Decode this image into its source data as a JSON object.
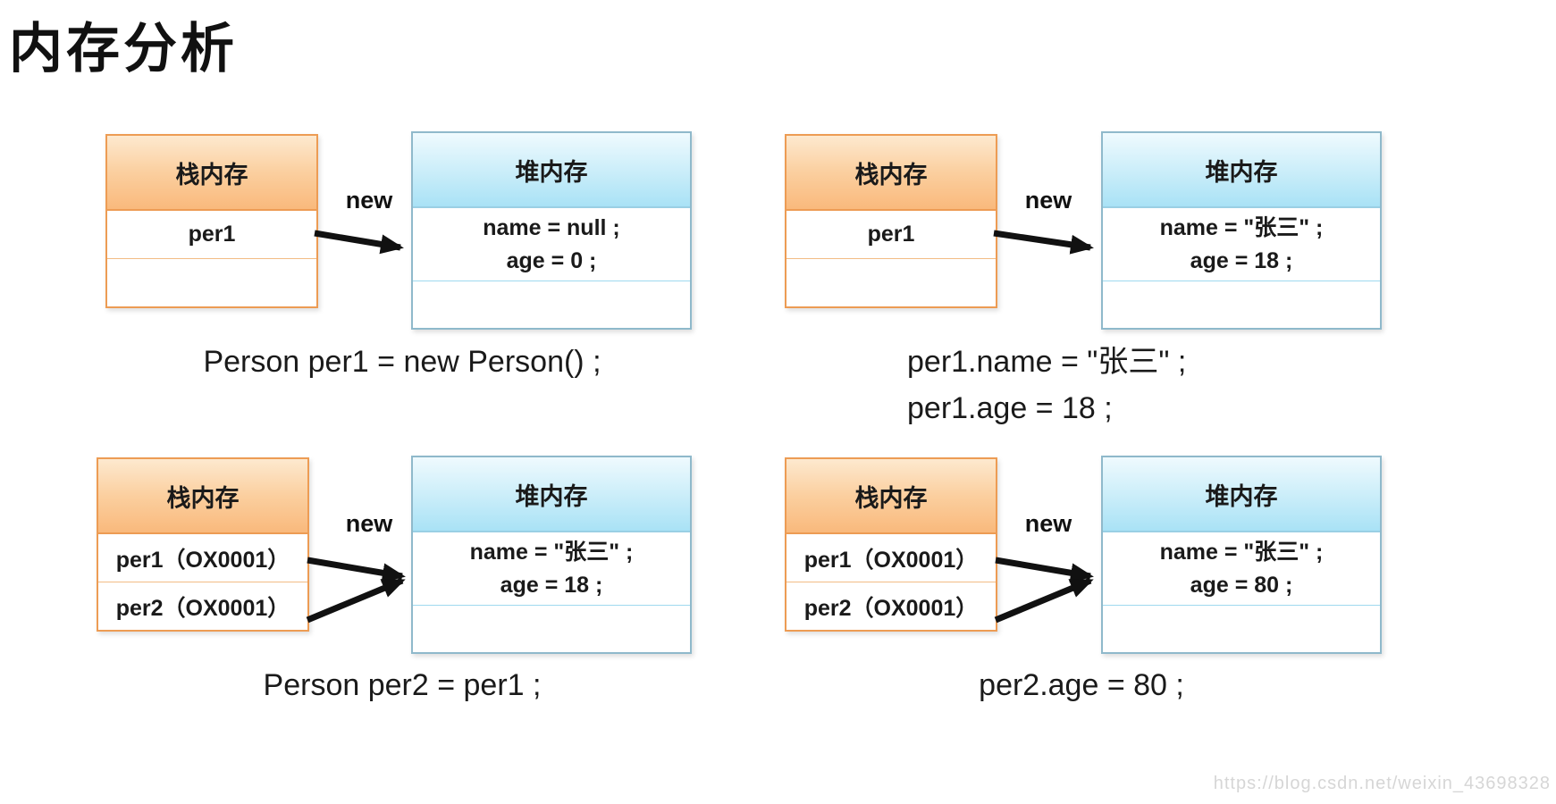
{
  "page": {
    "title": "内存分析",
    "watermark": "https://blog.csdn.net/weixin_43698328"
  },
  "labels": {
    "stack_header": "栈内存",
    "heap_header": "堆内存",
    "arrow": "new"
  },
  "colors": {
    "stack_border": "#ED9C54",
    "stack_header_fill": "#F9B97C",
    "heap_border": "#8FB9CB",
    "heap_header_fill": "#A9E2F6",
    "arrow": "#111111",
    "text": "#1A1A1A",
    "watermark": "#D6D6D6"
  },
  "panels": [
    {
      "stack_rows": [
        "per1",
        ""
      ],
      "heap_lines": [
        "name = null ;",
        "age = 0 ;"
      ],
      "captions": [
        "Person per1 = new Person() ;"
      ]
    },
    {
      "stack_rows": [
        "per1",
        ""
      ],
      "heap_lines": [
        "name = \"张三\" ;",
        "age = 18 ;"
      ],
      "captions": [
        "per1.name = \"张三\" ;",
        "per1.age = 18 ;"
      ]
    },
    {
      "stack_rows": [
        "per1（OX0001）",
        "per2（OX0001）"
      ],
      "heap_lines": [
        "name = \"张三\" ;",
        "age = 18 ;"
      ],
      "captions": [
        "Person per2 = per1 ;"
      ]
    },
    {
      "stack_rows": [
        "per1（OX0001）",
        "per2（OX0001）"
      ],
      "heap_lines": [
        "name = \"张三\" ;",
        "age = 80 ;"
      ],
      "captions": [
        "per2.age = 80 ;"
      ]
    }
  ]
}
